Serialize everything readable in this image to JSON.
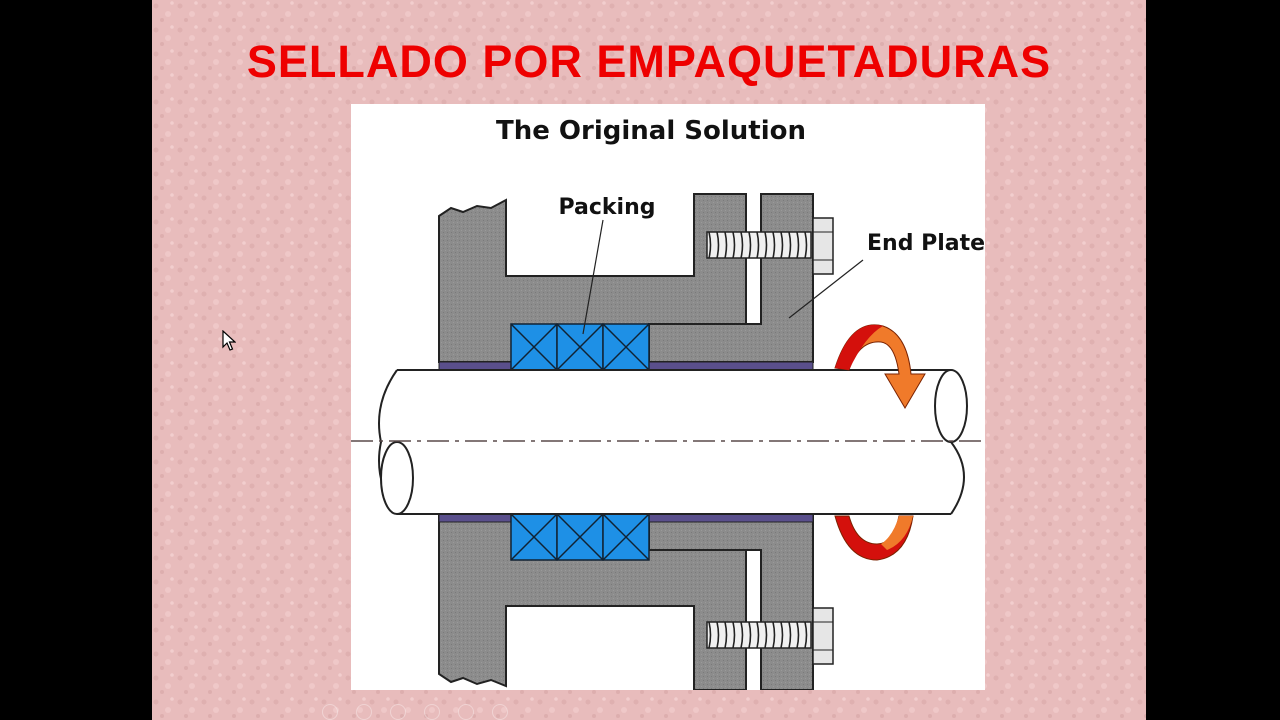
{
  "slide": {
    "title": "SELLADO POR EMPAQUETADURAS",
    "background_color": "#e8bcbc",
    "title_color": "#ee0000"
  },
  "figure": {
    "heading": "The Original Solution",
    "labels": {
      "packing": "Packing",
      "end_plate": "End Plate"
    },
    "colors": {
      "housing": "#8c8c8c",
      "packing": "#1e90e6",
      "sleeve": "#5a4f8c",
      "rotation_arrow_dark": "#d4100c",
      "rotation_arrow_light": "#f07a2a"
    },
    "packing_rings_per_side": 3
  },
  "icons": {
    "cursor": "mouse-pointer-icon",
    "rotation": "rotation-arrow-icon"
  }
}
